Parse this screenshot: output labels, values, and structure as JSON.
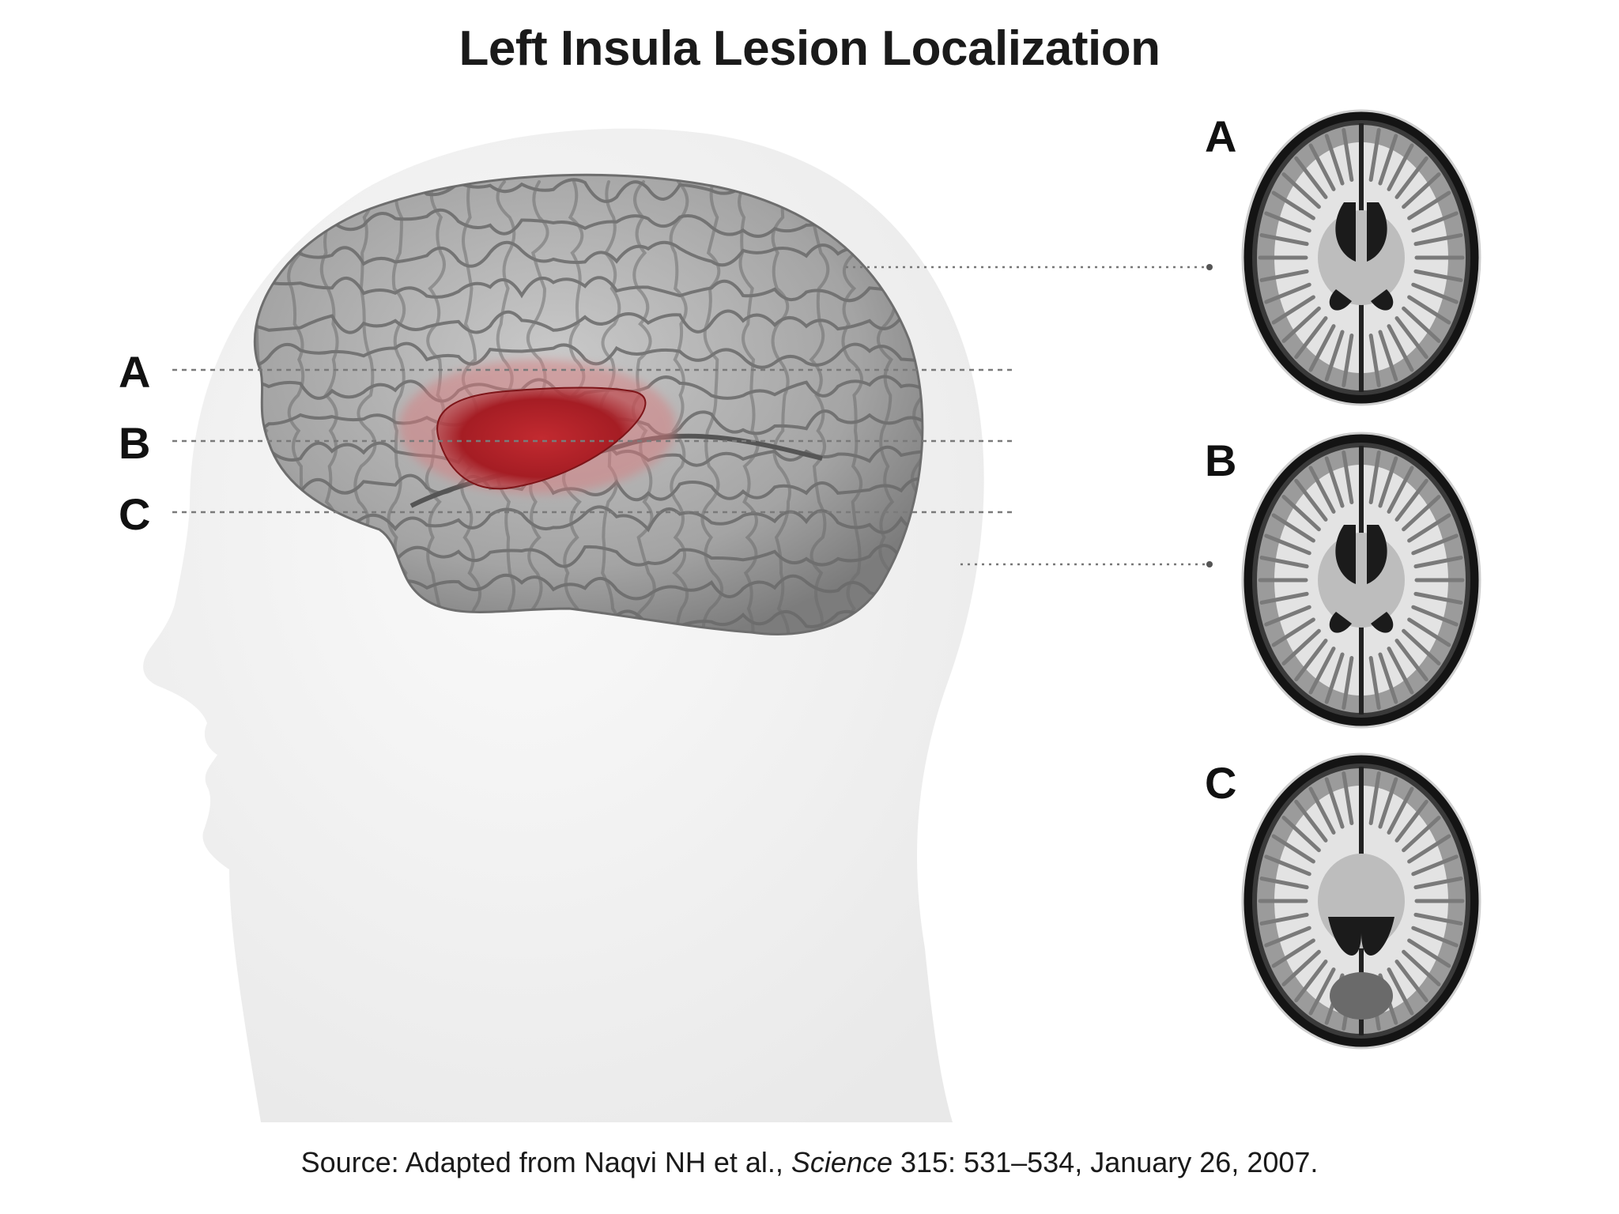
{
  "title": "Left Insula Lesion Localization",
  "levels": {
    "a": "A",
    "b": "B",
    "c": "C"
  },
  "source": {
    "prefix": "Source:",
    "authors": "Adapted from Naqvi NH et al.,",
    "journal": "Science",
    "citation": "315: 531–534, January 26, 2007."
  },
  "colors": {
    "lesion": "#a51d24",
    "brain": "#9a9a9a",
    "head": "#f1f1f1",
    "scan_bg": "#141414",
    "white_matter": "#e6e6e6"
  }
}
